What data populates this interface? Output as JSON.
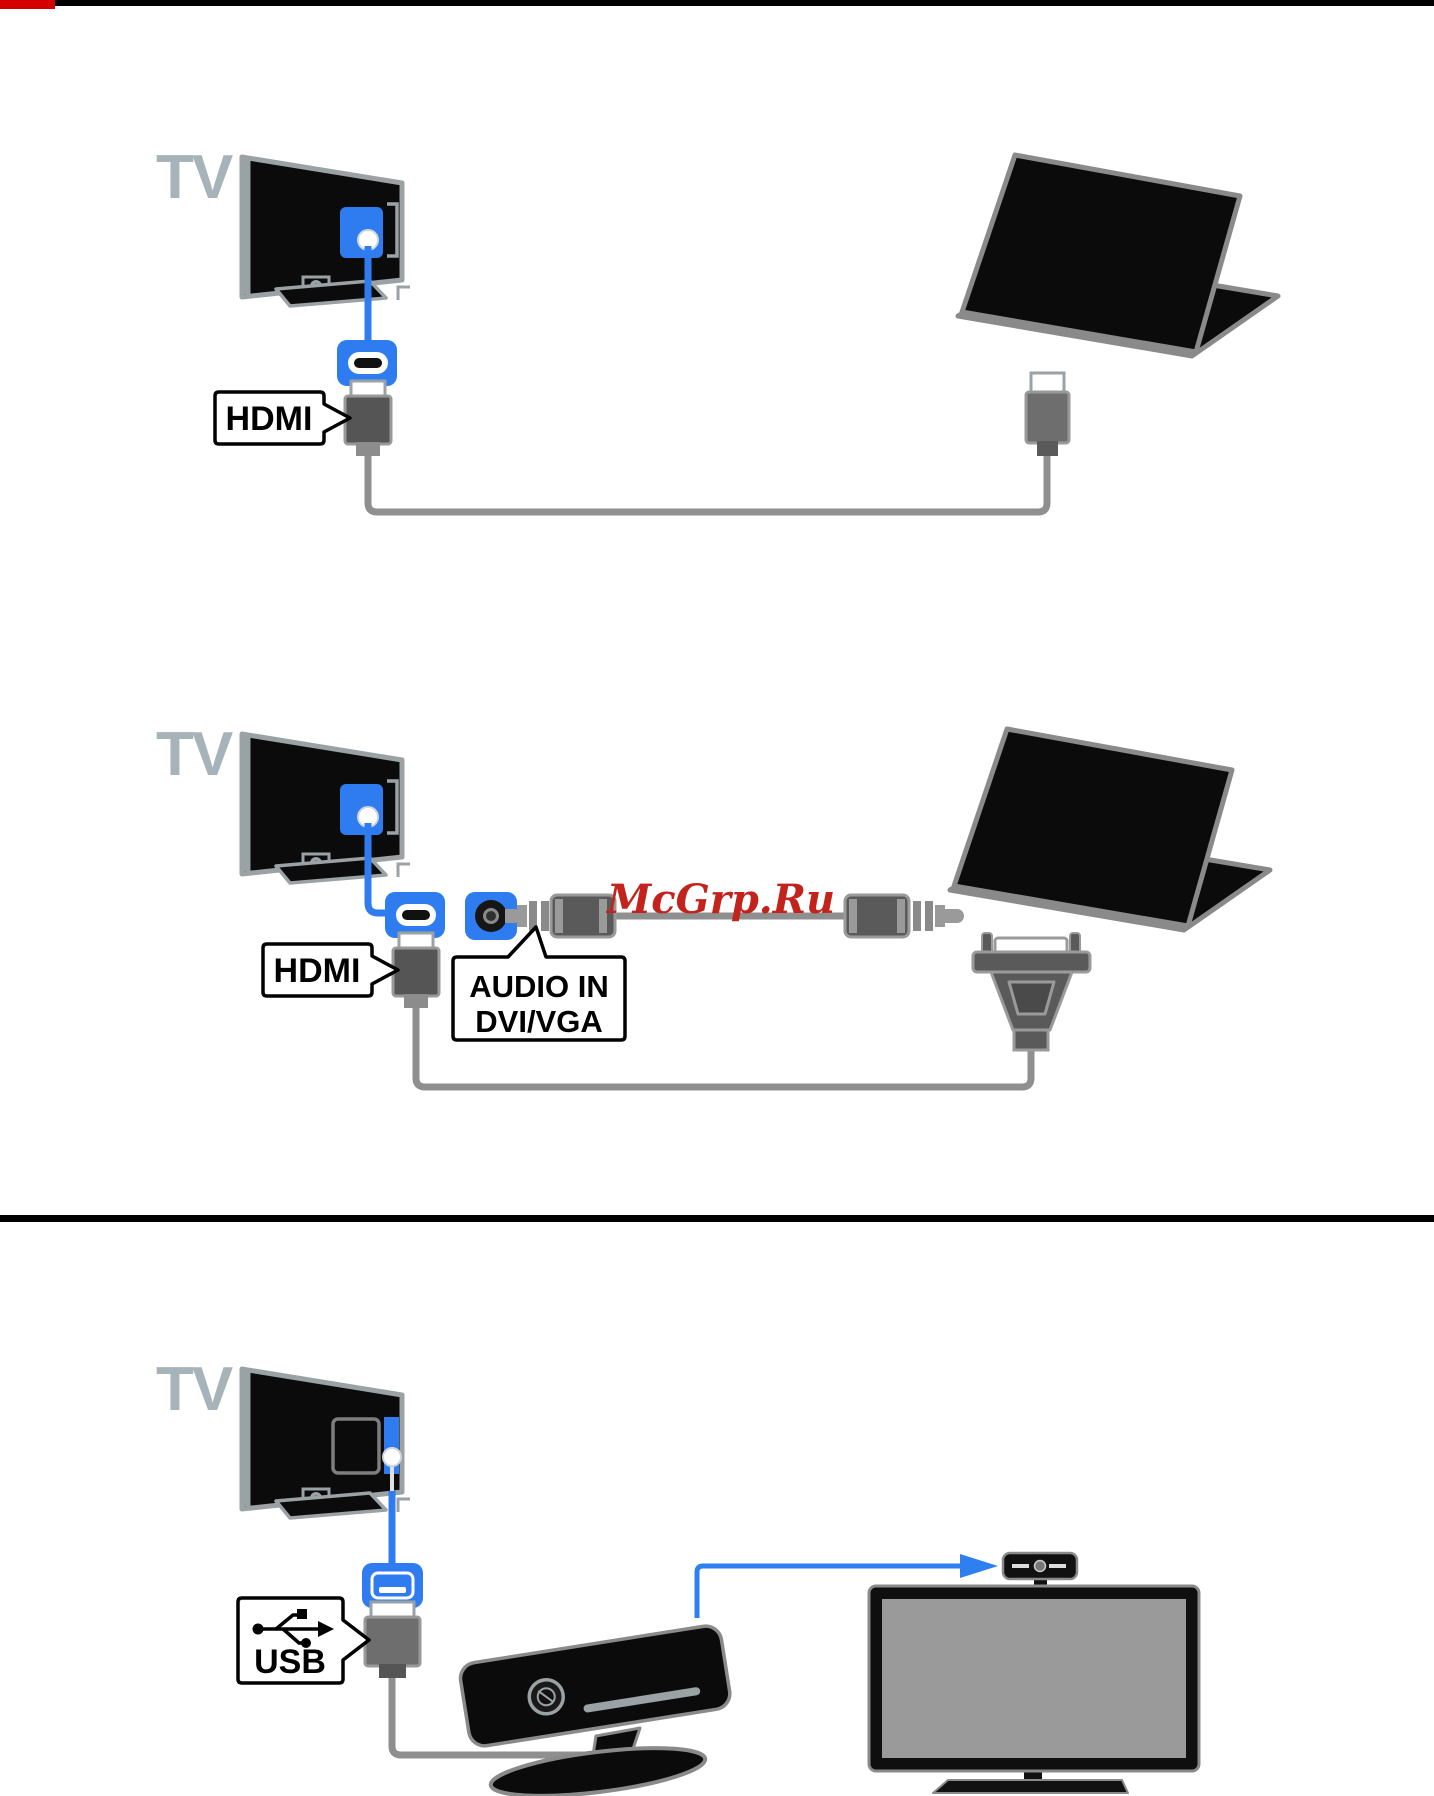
{
  "page": {
    "type": "tv-connection-diagram-manual-page",
    "background": "#ffffff",
    "divider_color": "#000000",
    "top_edge_bar_color": "#000000",
    "top_edge_accent_color": "#d40000"
  },
  "labels": {
    "tv": "TV",
    "hdmi": "HDMI",
    "audio_in_line1": "AUDIO IN",
    "audio_in_line2": "DVI/VGA",
    "usb": "USB"
  },
  "watermark": {
    "text": "McGrp.Ru",
    "color": "#c3231d"
  },
  "colors": {
    "port_highlight_blue": "#2f7cf0",
    "arrow_blue": "#2e7ff0",
    "cable_gray": "#8f8f8f",
    "device_black": "#0b0b0b",
    "outline_gray": "#9aa2a6",
    "tv_text_gray": "#a6b4ba"
  },
  "sections": [
    {
      "name": "hdmi-to-laptop",
      "connection": "HDMI cable from TV HDMI port to laptop"
    },
    {
      "name": "hdmi-audio-dvi-vga-to-laptop",
      "connection": "HDMI cable to laptop VGA plug plus AUDIO IN DVI/VGA 3.5mm audio cable"
    },
    {
      "name": "usb-to-camera",
      "connection": "USB cable from TV to video camera aimed at monitor webcam"
    }
  ]
}
